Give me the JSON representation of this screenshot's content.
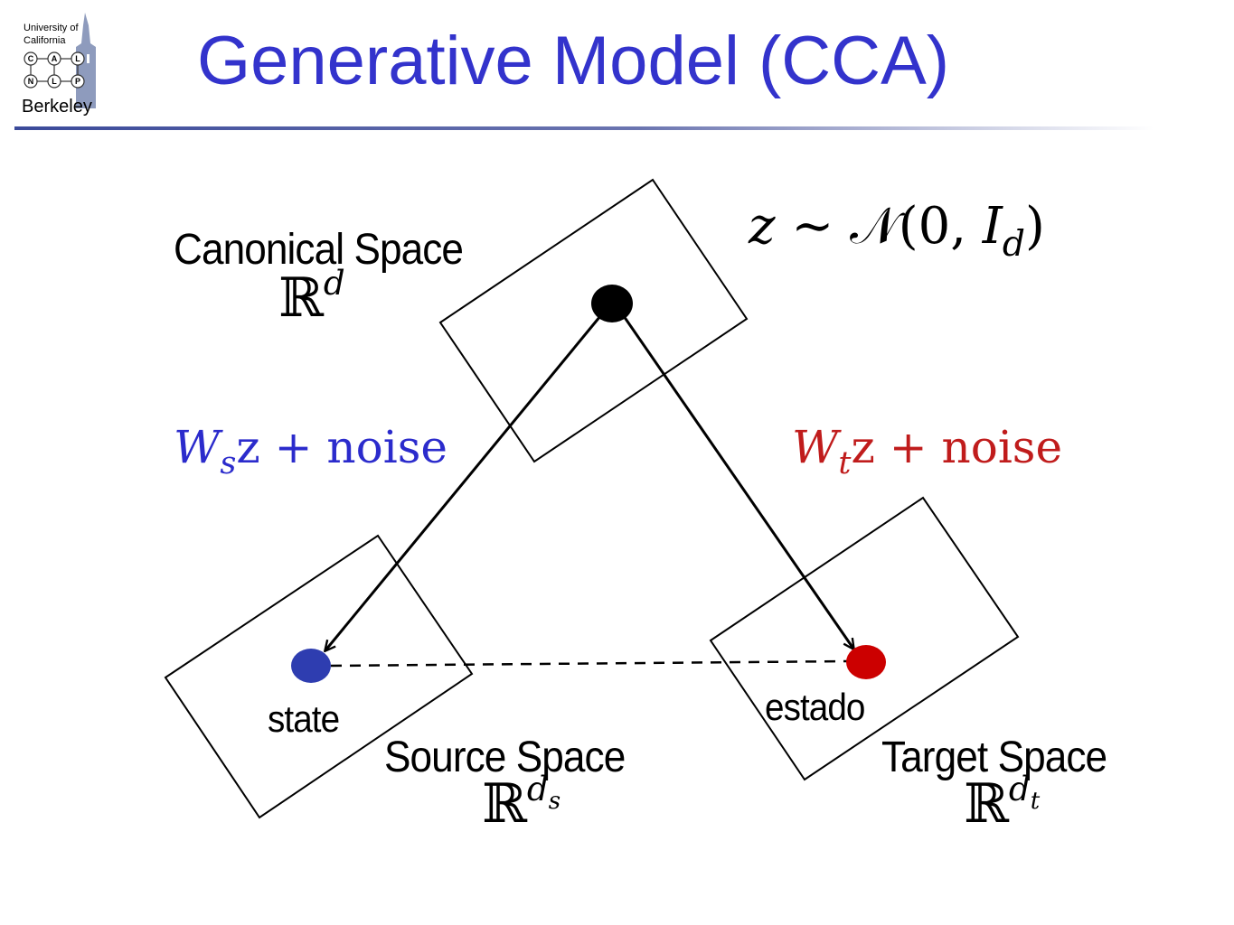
{
  "header": {
    "title": "Generative Model (CCA)",
    "logo": {
      "line1": "University of",
      "line2": "California",
      "letters": [
        "C",
        "A",
        "L",
        "N",
        "L",
        "P"
      ],
      "name": "Berkeley"
    }
  },
  "diagram": {
    "canonical": {
      "label": "Canonical Space",
      "symbol": "ℝ",
      "dim": "d"
    },
    "prior": {
      "lhs": "z",
      "rel": "∼",
      "dist": "𝒩",
      "args_open": "(0, ",
      "cov": "I",
      "cov_sub": "d",
      "args_close": ")"
    },
    "source_map": {
      "W": "W",
      "sub": "s",
      "rest": "z + noise",
      "color": "#2b2bcc"
    },
    "target_map": {
      "W": "W",
      "sub": "t",
      "rest": "z + noise",
      "color": "#c01c1c"
    },
    "source": {
      "label": "Source Space",
      "symbol": "ℝ",
      "dim": "d",
      "dim_sub": "s",
      "word": "state",
      "dot_color": "#2e3db0"
    },
    "target": {
      "label": "Target  Space",
      "symbol": "ℝ",
      "dim": "d",
      "dim_sub": "t",
      "word": "estado",
      "dot_color": "#cc0000"
    },
    "latent_dot_color": "#000000"
  }
}
